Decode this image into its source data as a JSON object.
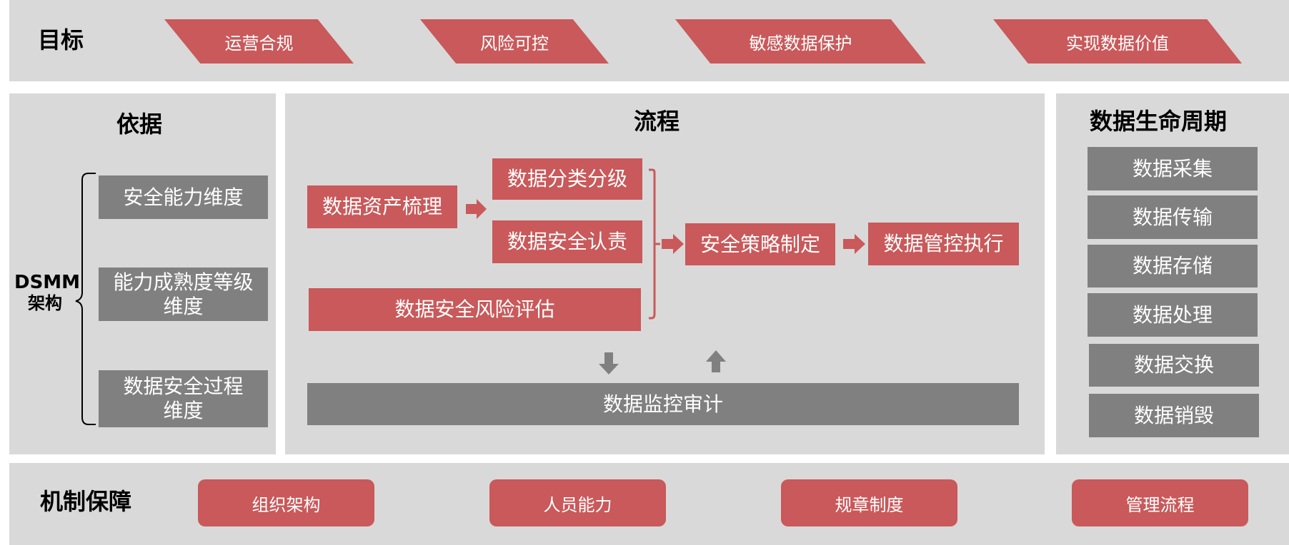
{
  "goals": {
    "title": "目标",
    "items": [
      "运营合规",
      "风险可控",
      "敏感数据保护",
      "实现数据价值"
    ]
  },
  "basis": {
    "title": "依据",
    "framework_line1": "DSMM",
    "framework_line2": "架构",
    "items": [
      {
        "line1": "安全能力维度",
        "line2": ""
      },
      {
        "line1": "能力成熟度等级",
        "line2": "维度"
      },
      {
        "line1": "数据安全过程",
        "line2": "维度"
      }
    ]
  },
  "process": {
    "title": "流程",
    "asset": "数据资产梳理",
    "classify": "数据分类分级",
    "responsibility": "数据安全认责",
    "risk": "数据安全风险评估",
    "policy": "安全策略制定",
    "execute": "数据管控执行",
    "monitor": "数据监控审计"
  },
  "lifecycle": {
    "title": "数据生命周期",
    "items": [
      "数据采集",
      "数据传输",
      "数据存储",
      "数据处理",
      "数据交换",
      "数据销毁"
    ]
  },
  "mechanism": {
    "title": "机制保障",
    "items": [
      "组织架构",
      "人员能力",
      "规章制度",
      "管理流程"
    ]
  },
  "colors": {
    "red": "#c9595a",
    "gray": "#808080",
    "panel": "#d9d9d9"
  }
}
